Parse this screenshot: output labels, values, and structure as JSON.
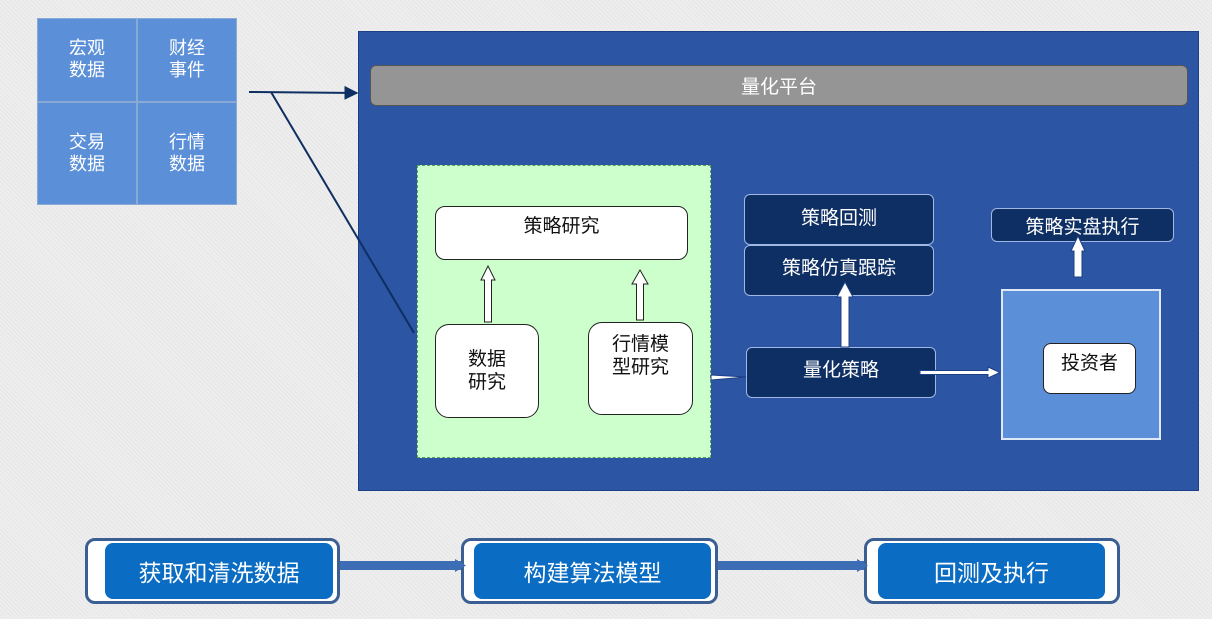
{
  "data_sources": [
    {
      "label": "宏观\n数据"
    },
    {
      "label": "财经\n事件"
    },
    {
      "label": "交易\n数据"
    },
    {
      "label": "行情\n数据"
    }
  ],
  "platform": {
    "title": "量化平台"
  },
  "research": {
    "strategy_research": "策略研究",
    "data_research": "数据\n研究",
    "market_model_research": "行情模\n型研究"
  },
  "strategy": {
    "backtest": "策略回测",
    "simulation_tracking": "策略仿真跟踪",
    "quant_strategy": "量化策略",
    "live_execution": "策略实盘执行",
    "investor": "投资者"
  },
  "process_steps": [
    {
      "label": "获取和清洗数据"
    },
    {
      "label": "构建算法模型"
    },
    {
      "label": "回测及执行"
    }
  ],
  "colors": {
    "platform_bg": "#2c55a3",
    "research_bg": "#ccffcc",
    "dark_box": "#0e2f63",
    "source_cell": "#5b8fd8",
    "step_fill": "#0a6cc2"
  }
}
